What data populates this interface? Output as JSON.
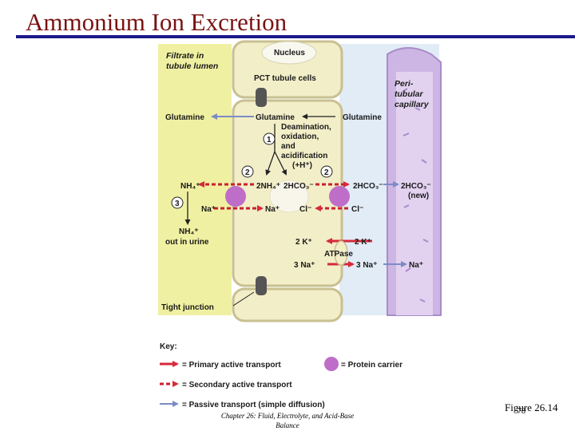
{
  "slide": {
    "title": "Ammonium Ion Excretion",
    "figure_label": "Figure 26.14",
    "slide_number": "78",
    "footer": "Chapter 26: Fluid, Electrolyte, and Acid-Base Balance"
  },
  "diagram": {
    "filtrate_label_1": "Filtrate in",
    "filtrate_label_2": "tubule lumen",
    "nucleus": "Nucleus",
    "pct_cells": "PCT tubule cells",
    "peritubular_1": "Peri-",
    "peritubular_2": "tubular",
    "peritubular_3": "capillary",
    "glutamine_lumen": "Glutamine",
    "glutamine_cell": "Glutamine",
    "glutamine_interstitial": "Glutamine",
    "step_1": "1",
    "step_2": "2",
    "step_3": "3",
    "deamination_1": "Deamination,",
    "deamination_2": "oxidation,",
    "deamination_3": "and",
    "deamination_4": "acidification",
    "deamination_5": "(+H⁺)",
    "nh4_lumen": "NH₄⁺",
    "nh4_cell": "2NH₄⁺",
    "hco3_cell": "2HCO₃⁻",
    "hco3_interstitial": "2HCO₃⁻",
    "hco3_capillary": "2HCO₃⁻",
    "new_label": "(new)",
    "na_lumen": "Na⁺",
    "na_cell": "Na⁺",
    "cl_cell": "Cl⁻",
    "cl_interstitial": "Cl⁻",
    "nh4_out": "NH₄⁺",
    "out_in_urine": "out in urine",
    "k_cell": "2 K⁺",
    "k_interstitial": "2 K⁺",
    "atpase": "ATPase",
    "na3_cell": "3 Na⁺",
    "na3_interstitial": "3 Na⁺",
    "na_capillary": "Na⁺",
    "tight_junction": "Tight junction"
  },
  "key": {
    "title": "Key:",
    "primary": "= Primary active transport",
    "secondary": "= Secondary active transport",
    "passive": "= Passive transport (simple diffusion)",
    "carrier": "= Protein carrier"
  },
  "colors": {
    "title": "#7a1212",
    "rule": "#1a1a8c",
    "lumen": "#f0f0a2",
    "cell": "#f2eec8",
    "cell_border": "#c9c091",
    "interstitial": "#e2ecf7",
    "capillary": "#cdb6e3",
    "capillary_wall": "#a98cc8",
    "primary_arrow": "#d62a3a",
    "secondary_arrow": "#c9202f",
    "passive_arrow": "#7b8cc4",
    "carrier": "#be6ec8"
  }
}
